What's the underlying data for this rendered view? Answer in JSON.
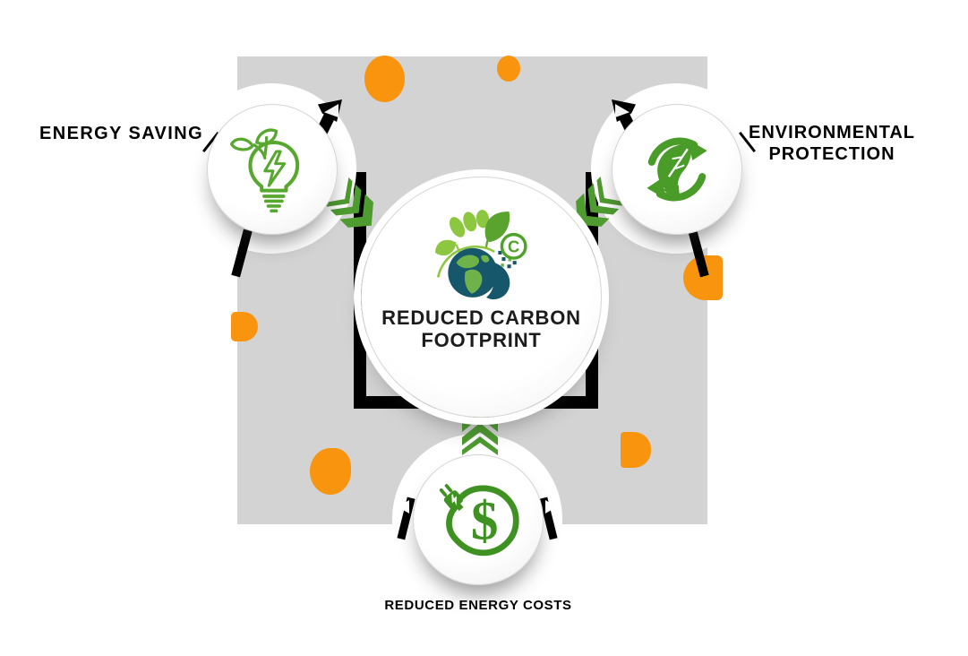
{
  "diagram": {
    "center": {
      "title_line1": "REDUCED CARBON",
      "title_line2": "FOOTPRINT",
      "logo": "carbon-footprint-globe-logo",
      "badge_letter": "C"
    },
    "nodes": [
      {
        "id": "energy-saving",
        "position": "top-left",
        "icon": "leaf-lightbulb-icon",
        "label": "ENERGY SAVING"
      },
      {
        "id": "environmental-protection",
        "position": "top-right",
        "icon": "recycle-leaf-icon",
        "label_line1": "ENVIRONMENTAL",
        "label_line2": "PROTECTION"
      },
      {
        "id": "reduced-energy-costs",
        "position": "bottom",
        "icon": "dollar-plug-icon",
        "label": "REDUCED ENERGY COSTS",
        "currency_symbol": "$"
      }
    ],
    "colors": {
      "background_square": "#d3d3d3",
      "arrow_green": "#4e9b2f",
      "icon_green": "#55a630",
      "recycle_green": "#4a9c28",
      "dollar_green": "#3f9222",
      "light_green": "#8dc63f",
      "globe_teal": "#17576b",
      "orange_dot": "#f8940d",
      "connector_black": "#000000",
      "title_text": "#1c1c1c"
    }
  }
}
